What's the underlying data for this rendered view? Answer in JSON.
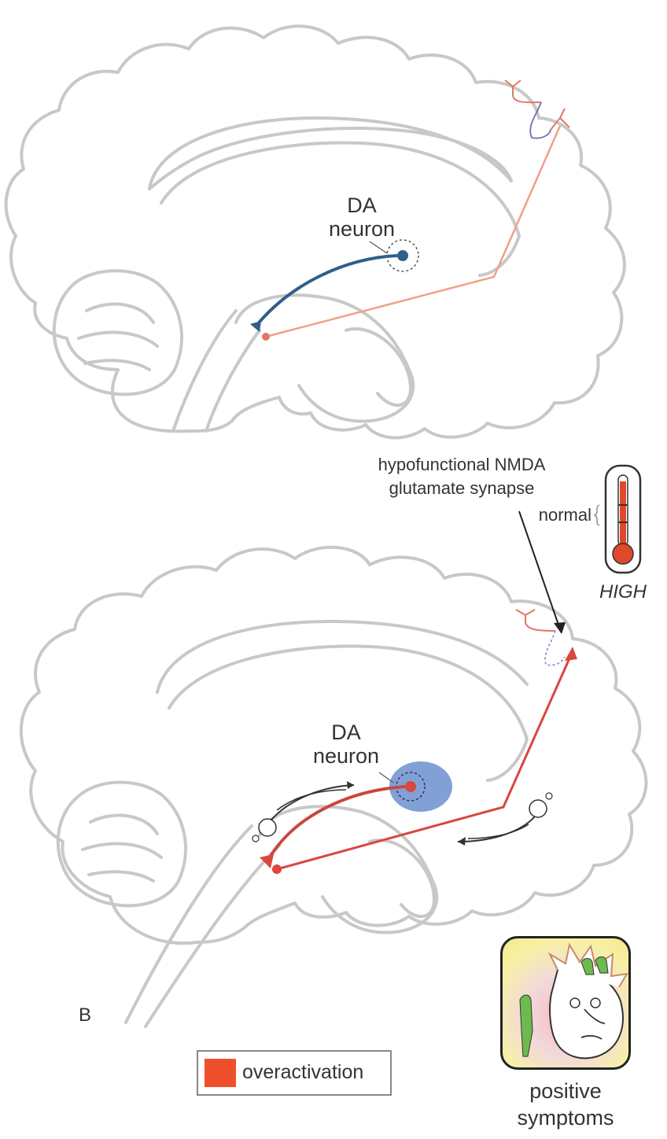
{
  "top_panel": {
    "neuron_label_line1": "DA",
    "neuron_label_line2": "neuron"
  },
  "bottom_panel": {
    "neuron_label_line1": "DA",
    "neuron_label_line2": "neuron",
    "synapse_label_line1": "hypofunctional NMDA",
    "synapse_label_line2": "glutamate synapse",
    "normal_label": "normal",
    "high_label": "HIGH",
    "panel_letter": "B"
  },
  "legend": {
    "label": "overactivation",
    "color": "#ef4f2c"
  },
  "symptoms": {
    "line1": "positive",
    "line2": "symptoms"
  },
  "colors": {
    "brain_outline": "#c8c8c8",
    "normal_da_neuron": "#2f5f8a",
    "normal_glutamate_path": "#f0a08a",
    "overactive_path": "#d9473f",
    "overactive_halo": "#6b8fd0",
    "thermometer_fill": "#e0482c"
  }
}
